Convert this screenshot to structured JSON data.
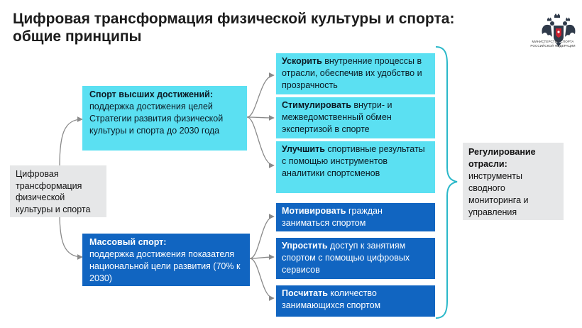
{
  "title": {
    "line1": "Цифровая трансформация физической культуры и спорта:",
    "line2": "общие принципы"
  },
  "logo": {
    "emblem": "double-headed-eagle-emblem",
    "caption_line1": "МИНИСТЕРСТВО СПОРТА",
    "caption_line2": "РОССИЙСКОЙ ФЕДЕРАЦИИ"
  },
  "root": {
    "text": "Цифровая трансформация физической культуры и спорта"
  },
  "branches": {
    "elite": {
      "heading": "Спорт высших достижений:",
      "text": "поддержка достижения целей Стратегии развития физической культуры и спорта до 2030 года"
    },
    "mass": {
      "heading": "Массовый спорт:",
      "text": "поддержка достижения показателя национальной цели развития (70% к 2030)"
    }
  },
  "elite_items": [
    {
      "bold": "Ускорить",
      "rest": " внутренние процессы в отрасли, обеспечив их удобство и прозрачность"
    },
    {
      "bold": "Стимулировать",
      "rest": " внутри- и межведомственный обмен экспертизой в спорте"
    },
    {
      "bold": "Улучшить",
      "rest": " спортивные результаты с помощью инструментов аналитики спортсменов"
    }
  ],
  "mass_items": [
    {
      "bold": "Мотивировать",
      "rest": " граждан заниматься спортом"
    },
    {
      "bold": "Упростить",
      "rest": " доступ к занятиям спортом с помощью цифровых сервисов"
    },
    {
      "bold": "Посчитать",
      "rest": " количество занимающихся спортом"
    }
  ],
  "regulation": {
    "heading": "Регулирование отрасли:",
    "text": " инструменты сводного мониторинга и управления"
  },
  "colors": {
    "grey_box": "#e6e7e8",
    "cyan_box": "#5be0f2",
    "blue_box": "#1165c1",
    "connector": "#8a8a8a",
    "brace": "#2ab8c9"
  }
}
